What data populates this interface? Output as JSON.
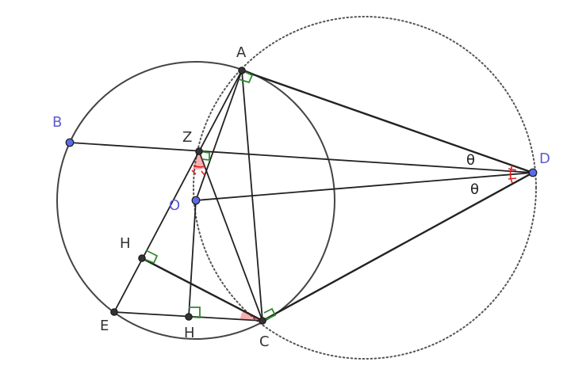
{
  "colors": {
    "stroke": "#222222",
    "circle": "#444444",
    "dotted_circle": "#555555",
    "label_dark": "#333333",
    "label_blue": "#5b5bd6",
    "free_point": "#5a6be6",
    "dependent_point": "#333333",
    "right_angle": "#2e8b2e",
    "angle_red": "#e02020",
    "background": "#ffffff"
  },
  "labels": {
    "A": "A",
    "B": "B",
    "Z": "Z",
    "O": "O",
    "D": "D",
    "H1": "H",
    "H2": "H",
    "E": "E",
    "C": "C",
    "theta_upper": "θ",
    "theta_lower": "θ"
  },
  "points": {
    "A": {
      "name": "A",
      "kind": "dependent",
      "label_color": "label_dark"
    },
    "B": {
      "name": "B",
      "kind": "free",
      "label_color": "label_blue"
    },
    "Z": {
      "name": "Z",
      "kind": "dependent",
      "label_color": "label_dark"
    },
    "O": {
      "name": "O",
      "kind": "free",
      "label_color": "label_blue"
    },
    "D": {
      "name": "D",
      "kind": "free",
      "label_color": "label_blue"
    },
    "H1": {
      "name": "H",
      "kind": "dependent",
      "label_color": "label_dark"
    },
    "H2": {
      "name": "H",
      "kind": "dependent",
      "label_color": "label_dark"
    },
    "E": {
      "name": "E",
      "kind": "dependent",
      "label_color": "label_dark"
    },
    "C": {
      "name": "C",
      "kind": "dependent",
      "label_color": "label_dark"
    }
  },
  "segments": [
    [
      "A",
      "D"
    ],
    [
      "D",
      "C"
    ],
    [
      "B",
      "D"
    ],
    [
      "O",
      "D"
    ],
    [
      "A",
      "C"
    ],
    [
      "A",
      "O"
    ],
    [
      "O",
      "H2"
    ],
    [
      "Z",
      "C"
    ],
    [
      "A",
      "E"
    ],
    [
      "E",
      "C"
    ],
    [
      "H1",
      "C"
    ]
  ],
  "right_angles": [
    "A",
    "Z",
    "C",
    "H1",
    "H2"
  ],
  "angle_marks": [
    "Z",
    "D",
    "C"
  ]
}
